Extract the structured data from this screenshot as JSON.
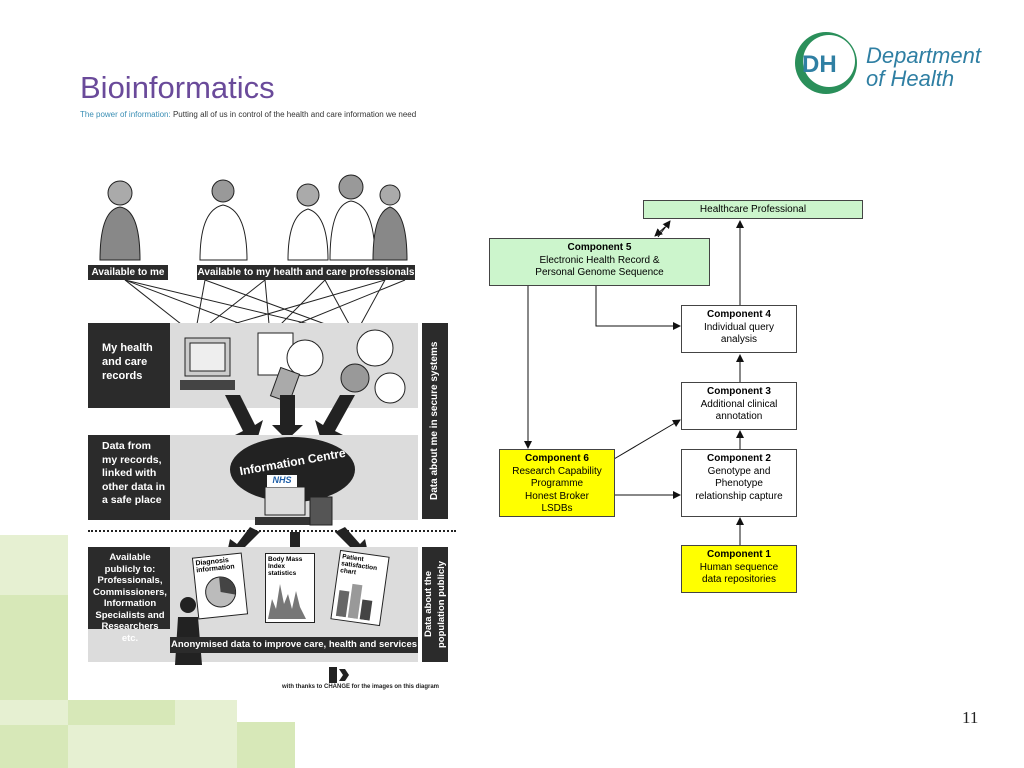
{
  "slide": {
    "title": "Bioinformatics",
    "subtitle_lead": "The power of information:",
    "subtitle_rest": " Putting all of us in control of the health and care information we need",
    "page_number": "11"
  },
  "logo": {
    "mark": "DH",
    "line1": "Department",
    "line2": "of Health"
  },
  "illustration": {
    "label_me": "Available to me",
    "label_professionals": "Available to my health and care professionals",
    "records": "My health and care records",
    "data_from": "Data from my records, linked with other data in a safe place",
    "info_centre": "Information Centre",
    "nhs": "NHS",
    "available_publicly": "Available publicly to: Professionals, Commissioners, Information Specialists and Researchers etc.",
    "anonymised": "Anonymised data to improve care, health and services",
    "side_secure": "Data about me in secure systems",
    "side_public": "Data about the population publicly available",
    "chart_diagnosis": "Diagnosis information",
    "chart_bmi": "Body Mass Index statistics",
    "chart_patient": "Patient satisfaction chart",
    "credit": "with thanks to CHANGE for the images on this diagram"
  },
  "diagram": {
    "healthcare": "Healthcare Professional",
    "c5_title": "Component 5",
    "c5_l1": "Electronic Health Record &",
    "c5_l2": "Personal Genome Sequence",
    "c4_title": "Component 4",
    "c4_l1": "Individual query",
    "c4_l2": "analysis",
    "c3_title": "Component 3",
    "c3_l1": "Additional clinical",
    "c3_l2": "annotation",
    "c2_title": "Component 2",
    "c2_l1": "Genotype and",
    "c2_l2": "Phenotype",
    "c2_l3": "relationship capture",
    "c6_title": "Component 6",
    "c6_l1": "Research Capability",
    "c6_l2": "Programme",
    "c6_l3": "Honest Broker",
    "c6_l4": "LSDBs",
    "c1_title": "Component 1",
    "c1_l1": "Human sequence",
    "c1_l2": "data repositories"
  }
}
